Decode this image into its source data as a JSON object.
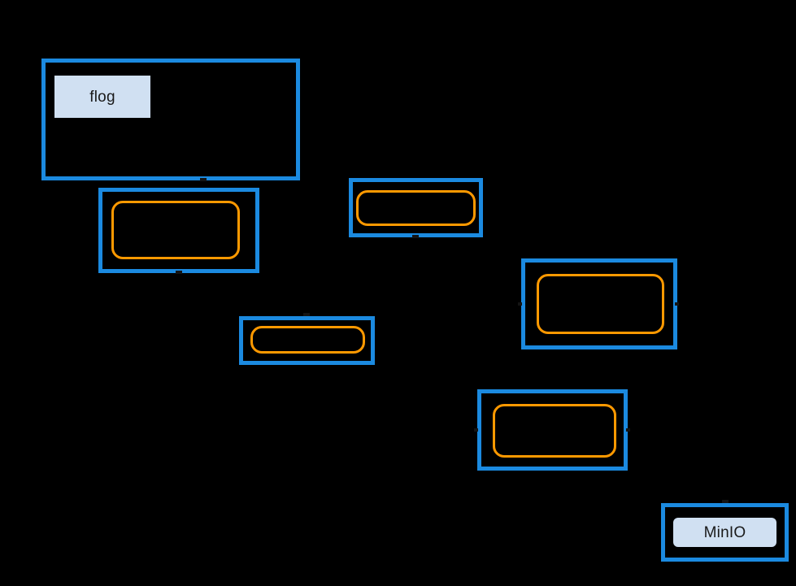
{
  "diagram": {
    "background_color": "#000000",
    "accent_blue": "#1b8ae0",
    "accent_orange": "#ff9900",
    "chip_fill": "#d0e0f2",
    "nodes": [
      {
        "id": "node-flog",
        "label": "flog",
        "has_chip": true,
        "chip_shape": "rect",
        "has_orange_inner": false
      },
      {
        "id": "node-2",
        "label": "",
        "has_chip": false,
        "chip_shape": "none",
        "has_orange_inner": true
      },
      {
        "id": "node-3",
        "label": "",
        "has_chip": false,
        "chip_shape": "none",
        "has_orange_inner": true
      },
      {
        "id": "node-4",
        "label": "",
        "has_chip": false,
        "chip_shape": "none",
        "has_orange_inner": true
      },
      {
        "id": "node-5",
        "label": "",
        "has_chip": false,
        "chip_shape": "none",
        "has_orange_inner": true
      },
      {
        "id": "node-6",
        "label": "",
        "has_chip": false,
        "chip_shape": "none",
        "has_orange_inner": true
      },
      {
        "id": "node-minio",
        "label": "MinIO",
        "has_chip": true,
        "chip_shape": "rounded",
        "has_orange_inner": false
      }
    ]
  }
}
